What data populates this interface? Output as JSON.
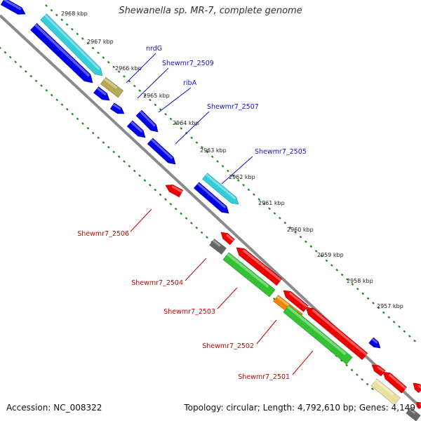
{
  "title": "Shewanella sp. MR-7, complete genome",
  "footer": {
    "accession": "Accession: NC_008322",
    "summary": "Topology: circular; Length: 4,792,610 bp; Genes: 4,149"
  },
  "kbp_ticks": [
    "2968 kbp",
    "2967 kbp",
    "2966 kbp",
    "2965 kbp",
    "2964 kbp",
    "2963 kbp",
    "2962 kbp",
    "2961 kbp",
    "2960 kbp",
    "2959 kbp",
    "2958 kbp",
    "2957 kbp"
  ],
  "forward_gene_labels": [
    "nrdG",
    "Shewmr7_2509",
    "ribA",
    "Shewmr7_2507",
    "Shewmr7_2505"
  ],
  "reverse_gene_labels": [
    "Shewmr7_2506",
    "Shewmr7_2504",
    "Shewmr7_2503",
    "Shewmr7_2502",
    "Shewmr7_2501"
  ],
  "colors": {
    "forward_label": "#1010cc",
    "reverse_label": "#cc0000",
    "gene_blue": "#0000e6",
    "gene_cyan": "#33ccd9",
    "gene_red": "#ee0000",
    "gene_green": "#33c233",
    "gene_olive": "#b5a858",
    "gene_gray": "#666666",
    "gene_orange": "#ee8800",
    "gene_cream": "#e8e0a0",
    "backbone": "#8a8a8a",
    "tick_green": "#138a13"
  }
}
